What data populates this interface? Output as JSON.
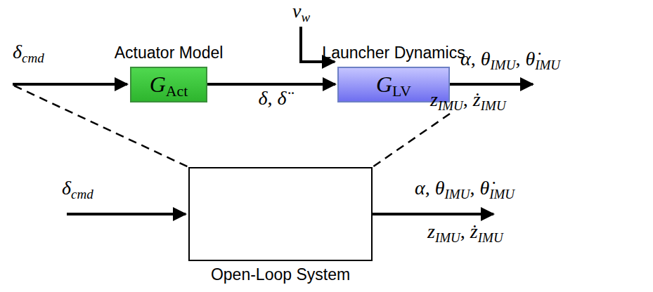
{
  "diagram": {
    "nodes": [
      {
        "text": [
          "Actuator Model",
          "GAct"
        ]
      },
      {
        "text": [
          "Launcher Dynamics",
          "GLV"
        ]
      },
      {
        "text": [
          "Open-Loop System"
        ]
      }
    ],
    "edges": [
      {
        "from": 0,
        "to": 1,
        "arrow": "to",
        "label": "δ, δ̈"
      }
    ],
    "labels": [
      "δcmd",
      "vw",
      "α, θIMU, θ̇IMU",
      "zIMU, żIMU",
      "δcmd",
      "α, θIMU, θ̇IMU",
      "zIMU, żIMU"
    ]
  }
}
